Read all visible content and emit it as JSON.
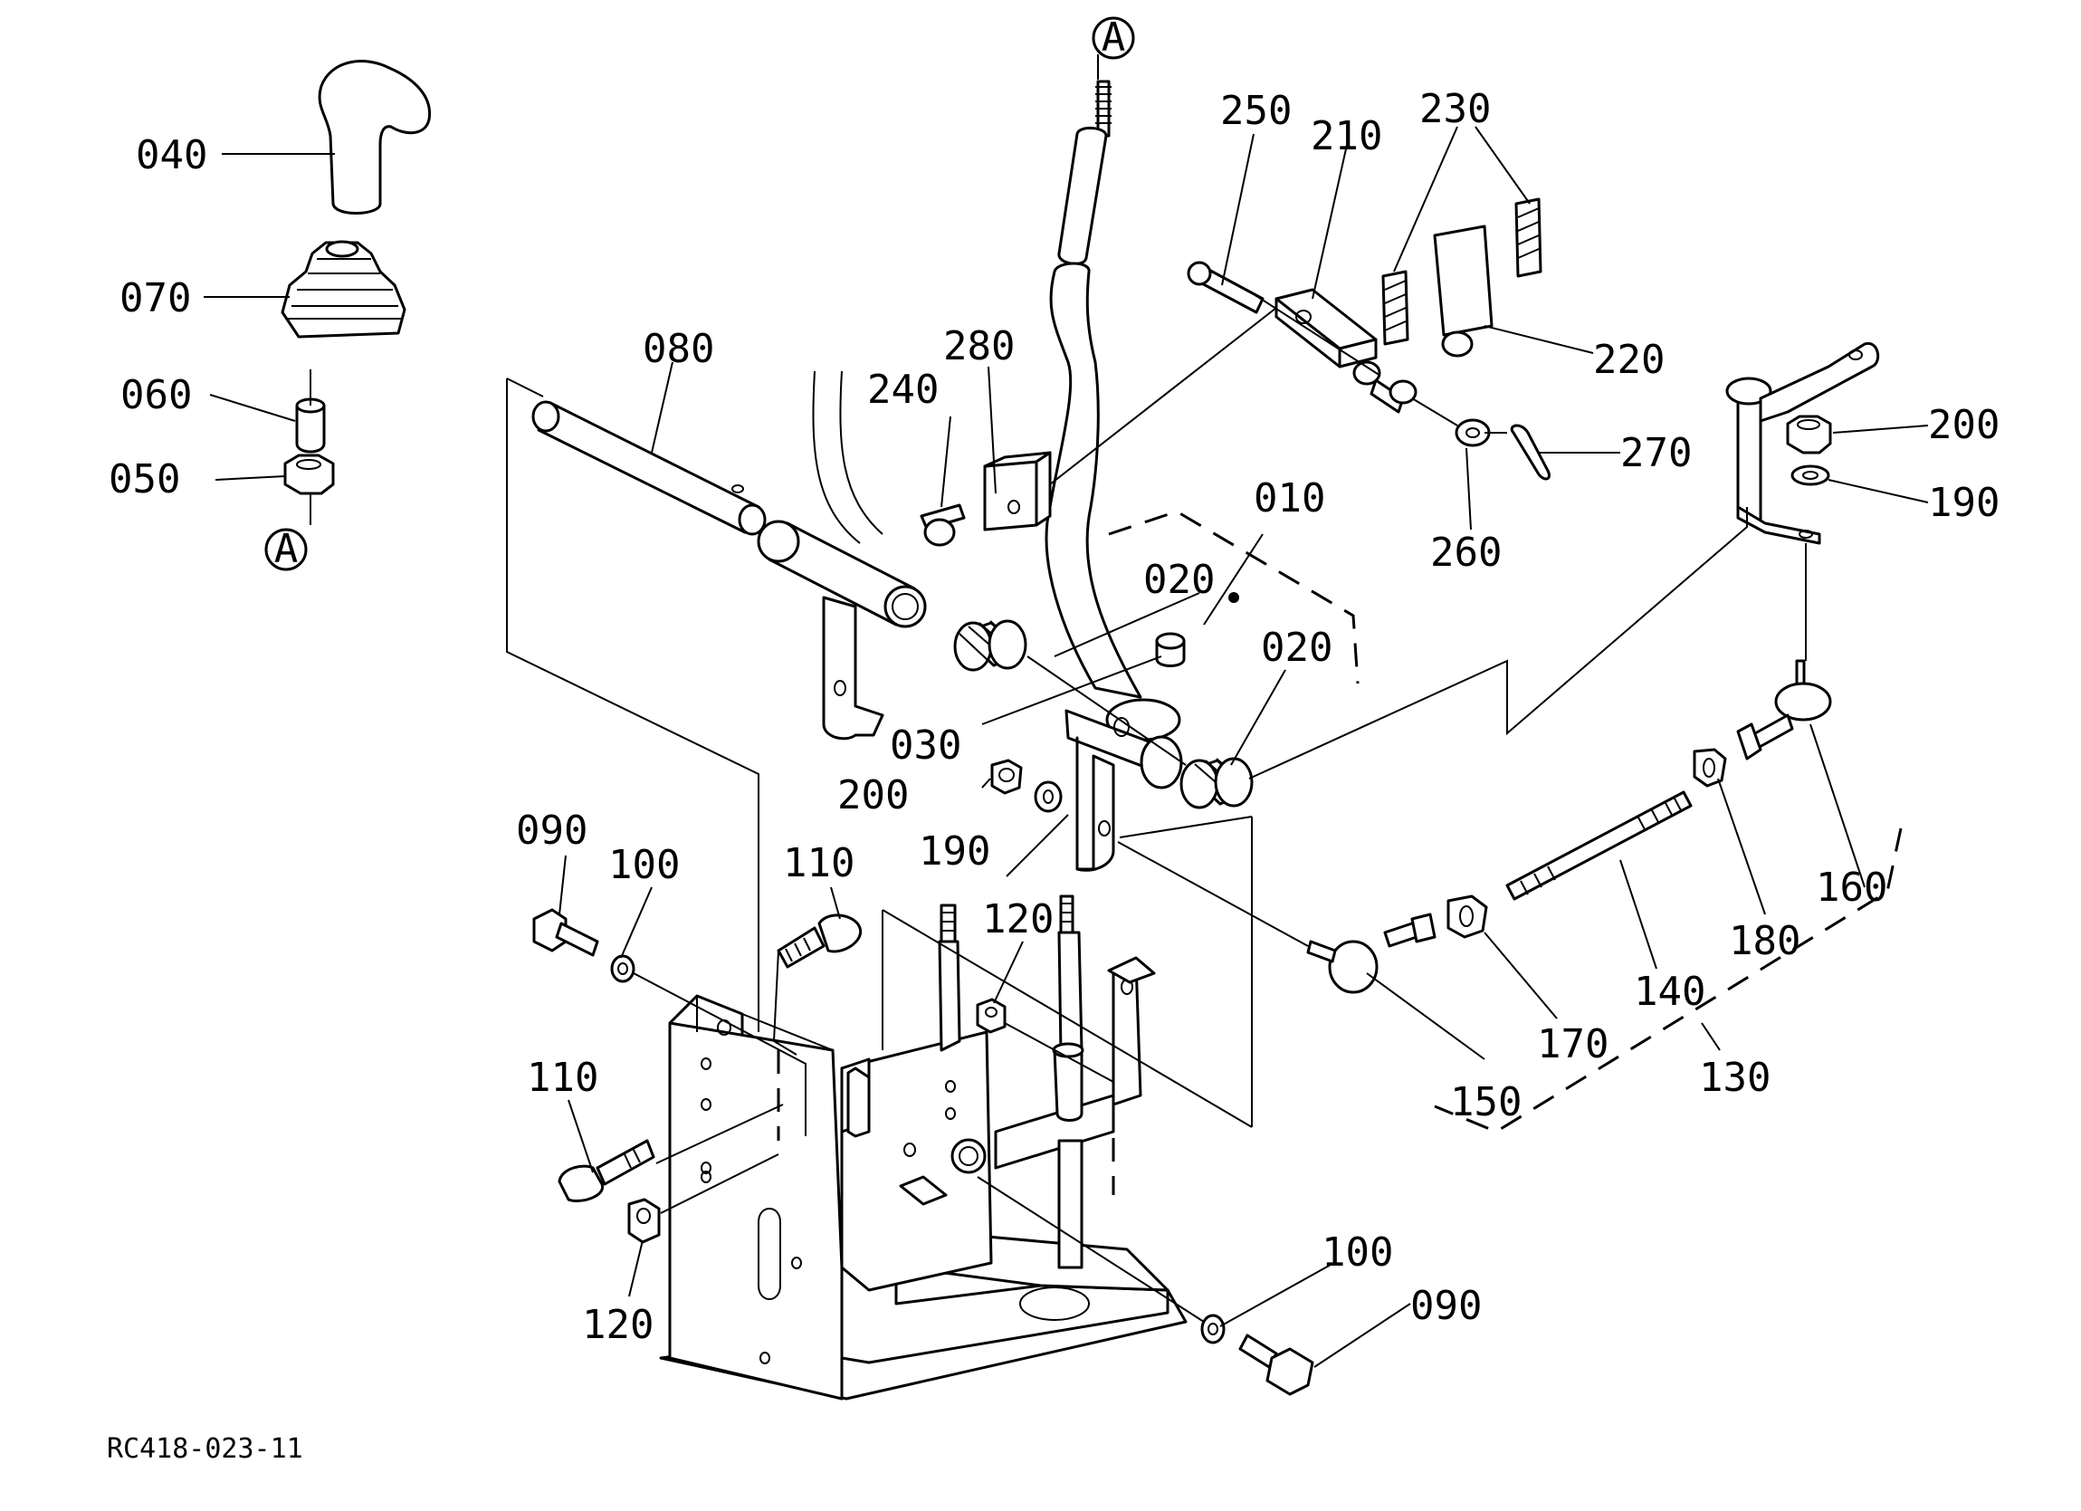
{
  "drawing_code": "RC418-023-11",
  "callouts": [
    {
      "id": "040",
      "text": "040"
    },
    {
      "id": "070",
      "text": "070"
    },
    {
      "id": "060",
      "text": "060"
    },
    {
      "id": "050",
      "text": "050"
    },
    {
      "id": "A1",
      "text": "A"
    },
    {
      "id": "A2",
      "text": "A"
    },
    {
      "id": "080",
      "text": "080"
    },
    {
      "id": "240",
      "text": "240"
    },
    {
      "id": "280",
      "text": "280"
    },
    {
      "id": "250",
      "text": "250"
    },
    {
      "id": "210",
      "text": "210"
    },
    {
      "id": "230",
      "text": "230"
    },
    {
      "id": "220",
      "text": "220"
    },
    {
      "id": "270",
      "text": "270"
    },
    {
      "id": "260",
      "text": "260"
    },
    {
      "id": "010",
      "text": "010"
    },
    {
      "id": "020a",
      "text": "020"
    },
    {
      "id": "020b",
      "text": "020"
    },
    {
      "id": "030",
      "text": "030"
    },
    {
      "id": "200a",
      "text": "200"
    },
    {
      "id": "190a",
      "text": "190"
    },
    {
      "id": "200b",
      "text": "200"
    },
    {
      "id": "190b",
      "text": "190"
    },
    {
      "id": "090a",
      "text": "090"
    },
    {
      "id": "100a",
      "text": "100"
    },
    {
      "id": "110a",
      "text": "110"
    },
    {
      "id": "120a",
      "text": "120"
    },
    {
      "id": "110b",
      "text": "110"
    },
    {
      "id": "120b",
      "text": "120"
    },
    {
      "id": "100b",
      "text": "100"
    },
    {
      "id": "090b",
      "text": "090"
    },
    {
      "id": "160",
      "text": "160"
    },
    {
      "id": "180",
      "text": "180"
    },
    {
      "id": "140",
      "text": "140"
    },
    {
      "id": "170",
      "text": "170"
    },
    {
      "id": "150",
      "text": "150"
    },
    {
      "id": "130",
      "text": "130"
    }
  ]
}
